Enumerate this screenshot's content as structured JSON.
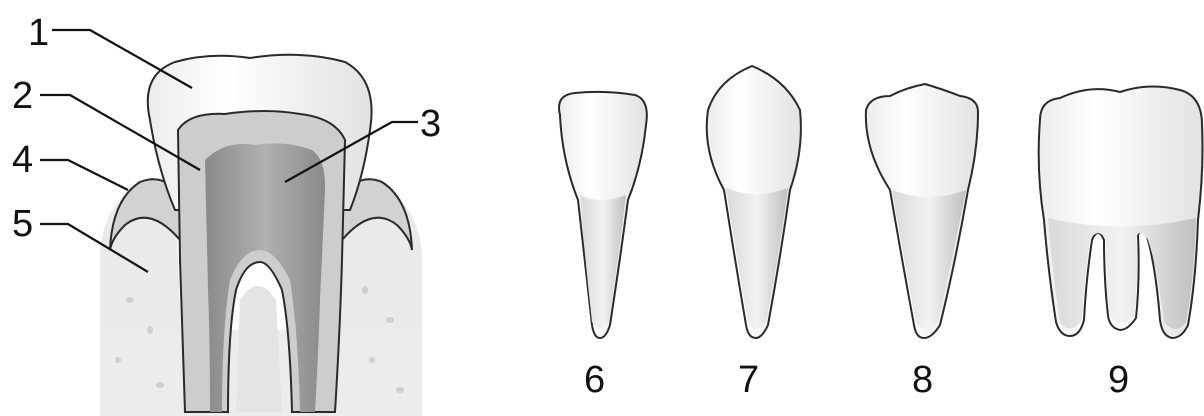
{
  "labels": {
    "l1": "1",
    "l2": "2",
    "l3": "3",
    "l4": "4",
    "l5": "5",
    "l6": "6",
    "l7": "7",
    "l8": "8",
    "l9": "9"
  },
  "colors": {
    "enamel": "#f6f6f6",
    "dentin": "#c9c9c9",
    "pulp": "#9a9a9a",
    "gum": "#cfcfcf",
    "bone": "#ebebeb",
    "root": "#bdbdbd",
    "outline": "#2a2a2a",
    "text": "#111111"
  }
}
